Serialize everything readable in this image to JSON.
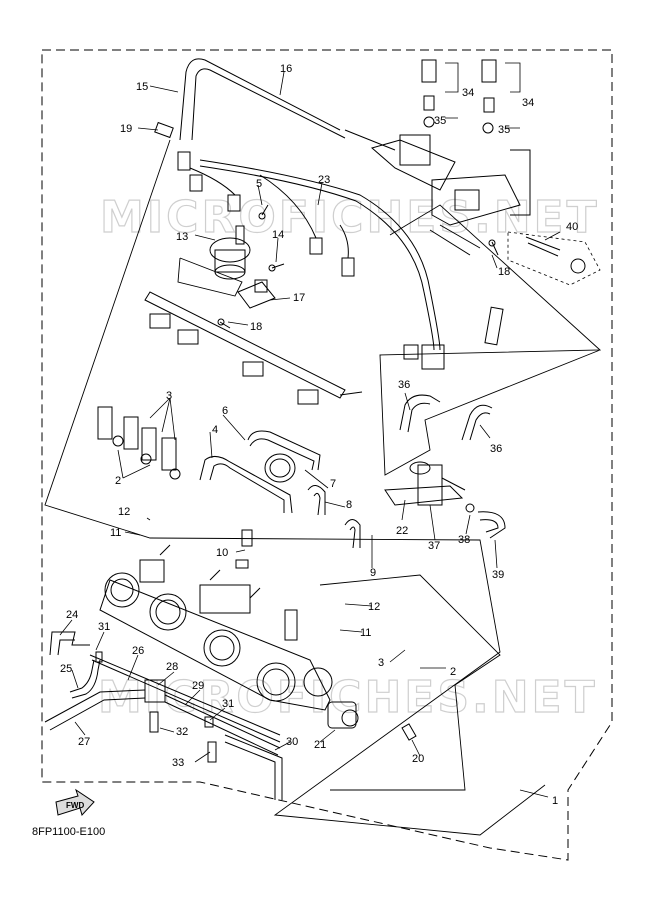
{
  "diagram": {
    "code": "8FP1100-E100",
    "fwd_label": "FWD",
    "watermark": "MICROFICHES.NET",
    "callouts": [
      {
        "id": "1",
        "label": "1"
      },
      {
        "id": "2a",
        "label": "2"
      },
      {
        "id": "2b",
        "label": "2"
      },
      {
        "id": "3a",
        "label": "3"
      },
      {
        "id": "3b",
        "label": "3"
      },
      {
        "id": "4",
        "label": "4"
      },
      {
        "id": "5",
        "label": "5"
      },
      {
        "id": "6",
        "label": "6"
      },
      {
        "id": "7",
        "label": "7"
      },
      {
        "id": "8",
        "label": "8"
      },
      {
        "id": "9",
        "label": "9"
      },
      {
        "id": "10",
        "label": "10"
      },
      {
        "id": "11a",
        "label": "11"
      },
      {
        "id": "11b",
        "label": "11"
      },
      {
        "id": "12a",
        "label": "12"
      },
      {
        "id": "12b",
        "label": "12"
      },
      {
        "id": "13",
        "label": "13"
      },
      {
        "id": "14",
        "label": "14"
      },
      {
        "id": "15",
        "label": "15"
      },
      {
        "id": "16",
        "label": "16"
      },
      {
        "id": "17",
        "label": "17"
      },
      {
        "id": "18a",
        "label": "18"
      },
      {
        "id": "18b",
        "label": "18"
      },
      {
        "id": "19",
        "label": "19"
      },
      {
        "id": "20",
        "label": "20"
      },
      {
        "id": "21",
        "label": "21"
      },
      {
        "id": "22",
        "label": "22"
      },
      {
        "id": "23",
        "label": "23"
      },
      {
        "id": "24",
        "label": "24"
      },
      {
        "id": "25",
        "label": "25"
      },
      {
        "id": "26",
        "label": "26"
      },
      {
        "id": "27",
        "label": "27"
      },
      {
        "id": "28",
        "label": "28"
      },
      {
        "id": "29",
        "label": "29"
      },
      {
        "id": "30",
        "label": "30"
      },
      {
        "id": "31a",
        "label": "31"
      },
      {
        "id": "31b",
        "label": "31"
      },
      {
        "id": "32",
        "label": "32"
      },
      {
        "id": "33",
        "label": "33"
      },
      {
        "id": "34a",
        "label": "34"
      },
      {
        "id": "34b",
        "label": "34"
      },
      {
        "id": "35a",
        "label": "35"
      },
      {
        "id": "35b",
        "label": "35"
      },
      {
        "id": "36a",
        "label": "36"
      },
      {
        "id": "36b",
        "label": "36"
      },
      {
        "id": "37",
        "label": "37"
      },
      {
        "id": "38",
        "label": "38"
      },
      {
        "id": "39",
        "label": "39"
      },
      {
        "id": "40",
        "label": "40"
      }
    ]
  }
}
